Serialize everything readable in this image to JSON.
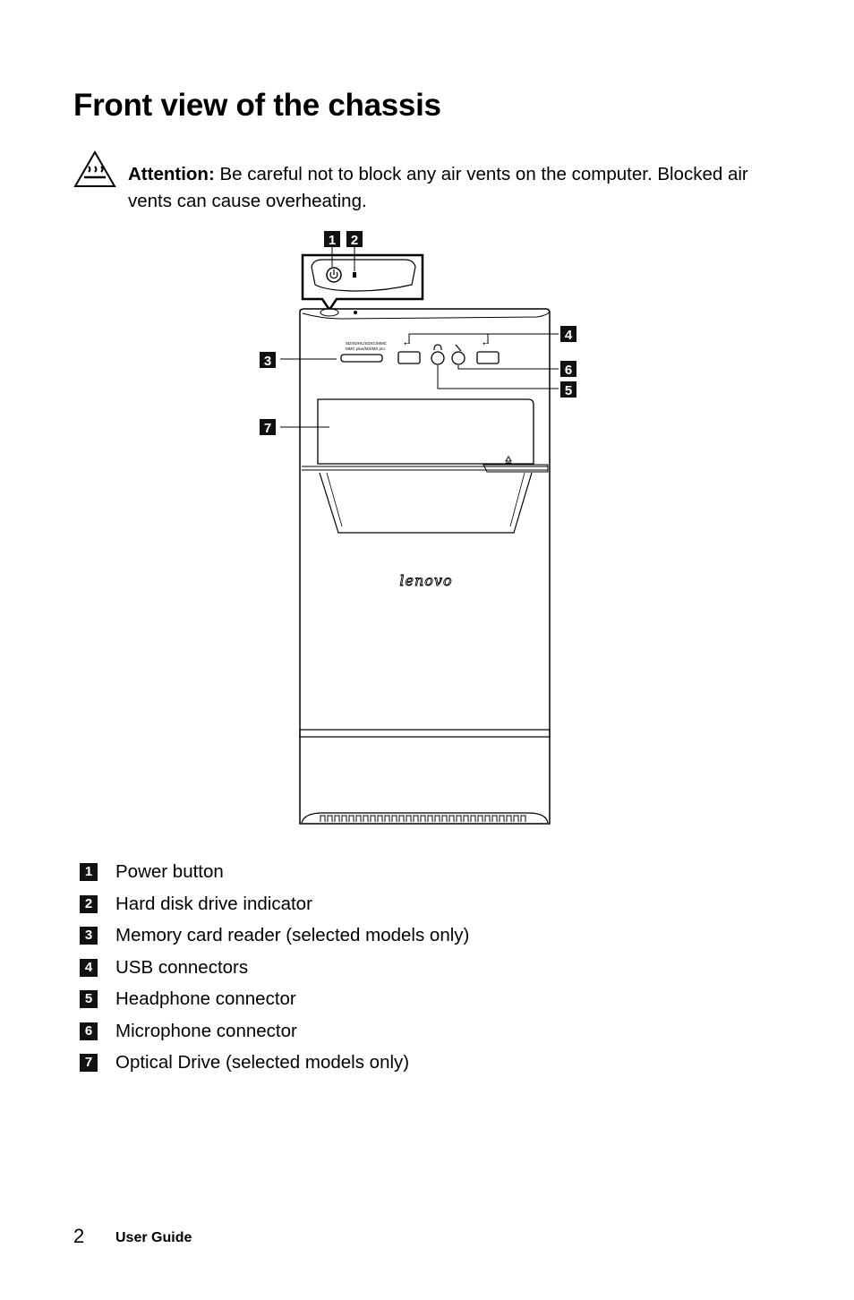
{
  "page": {
    "title": "Front view of the chassis",
    "attention": {
      "label": "Attention:",
      "text": " Be careful not to block any air vents on the computer. Blocked air vents can cause overheating.",
      "icon": "hot-surface-warning-icon"
    },
    "figure": {
      "brand": "lenovo",
      "card_reader_label_1": "SD/SDHC/SDXC/MMC",
      "card_reader_label_2": "MMC plus/MS/MS pro",
      "callouts": [
        "1",
        "2",
        "3",
        "4",
        "5",
        "6",
        "7"
      ]
    },
    "legend": [
      {
        "num": "1",
        "label": "Power button"
      },
      {
        "num": "2",
        "label": "Hard disk drive indicator"
      },
      {
        "num": "3",
        "label": "Memory card reader (selected models only)"
      },
      {
        "num": "4",
        "label": "USB connectors"
      },
      {
        "num": "5",
        "label": "Headphone connector"
      },
      {
        "num": "6",
        "label": "Microphone connector"
      },
      {
        "num": "7",
        "label": "Optical Drive (selected models only)"
      }
    ],
    "footer": {
      "page_number": "2",
      "label": "User Guide"
    }
  }
}
